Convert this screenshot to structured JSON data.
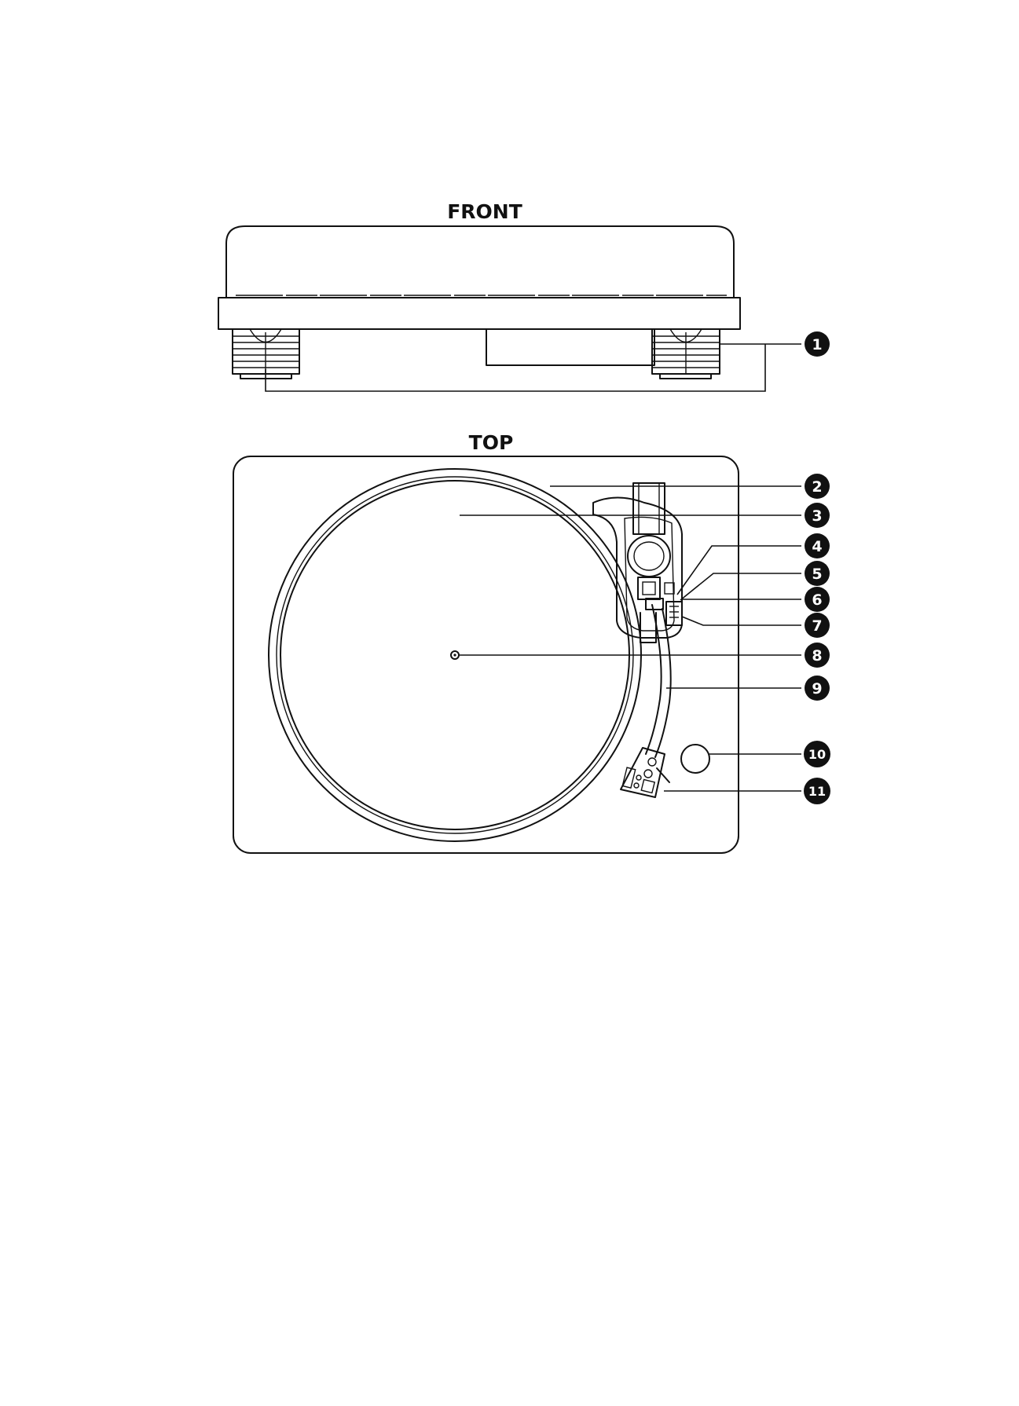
{
  "views": {
    "front": {
      "label": "FRONT"
    },
    "top": {
      "label": "TOP"
    }
  },
  "callouts": [
    "1",
    "2",
    "3",
    "4",
    "5",
    "6",
    "7",
    "8",
    "9",
    "10",
    "11"
  ],
  "colors": {
    "line": "#111111",
    "background": "#ffffff",
    "callout_fill": "#111111",
    "callout_text": "#ffffff"
  }
}
